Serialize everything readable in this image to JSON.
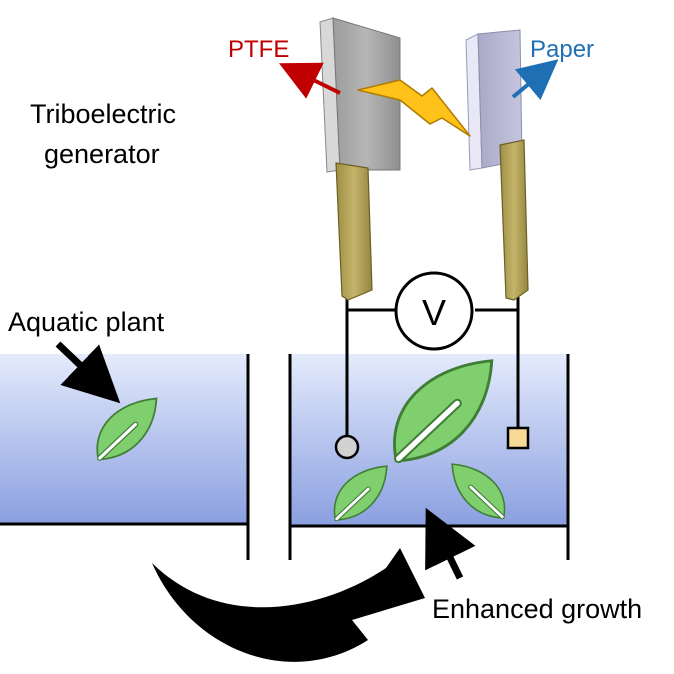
{
  "labels": {
    "generator_line1": "Triboelectric",
    "generator_line2": "generator",
    "ptfe": "PTFE",
    "paper": "Paper",
    "voltmeter": "V",
    "aquatic_plant": "Aquatic plant",
    "enhanced_growth": "Enhanced growth"
  },
  "colors": {
    "ptfe_text": "#c00000",
    "paper_text": "#1f6fb5",
    "water_top": "#dfe6fb",
    "water_bottom": "#8fa2e0",
    "leaf_fill": "#7fcf6f",
    "leaf_stroke": "#3f7d35",
    "electrode_tape": "#b5a55a",
    "spark": "#ffc21a"
  },
  "icons": {
    "lightning": "lightning-bolt-icon",
    "leaf": "leaf-icon",
    "curved_arrow": "curved-arrow-icon"
  }
}
